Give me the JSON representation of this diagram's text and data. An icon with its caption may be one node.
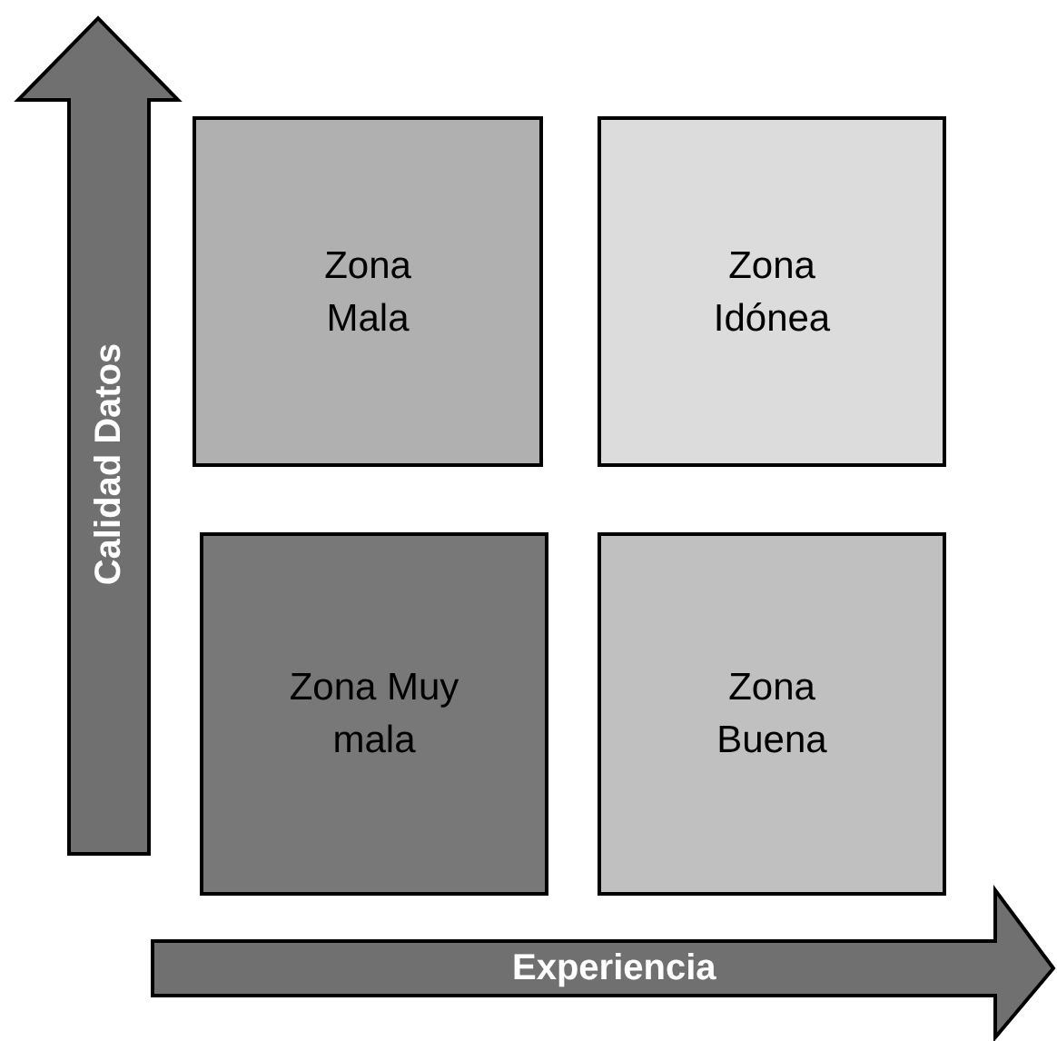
{
  "diagram": {
    "nodes": [
      {
        "text": [
          "Zona Mala"
        ]
      },
      {
        "text": [
          "Zona Idónea"
        ]
      },
      {
        "text": [
          "Zona Muy mala"
        ]
      },
      {
        "text": [
          "Zona Buena"
        ]
      }
    ],
    "labels": [
      "Calidad Datos",
      "Experiencia"
    ]
  }
}
